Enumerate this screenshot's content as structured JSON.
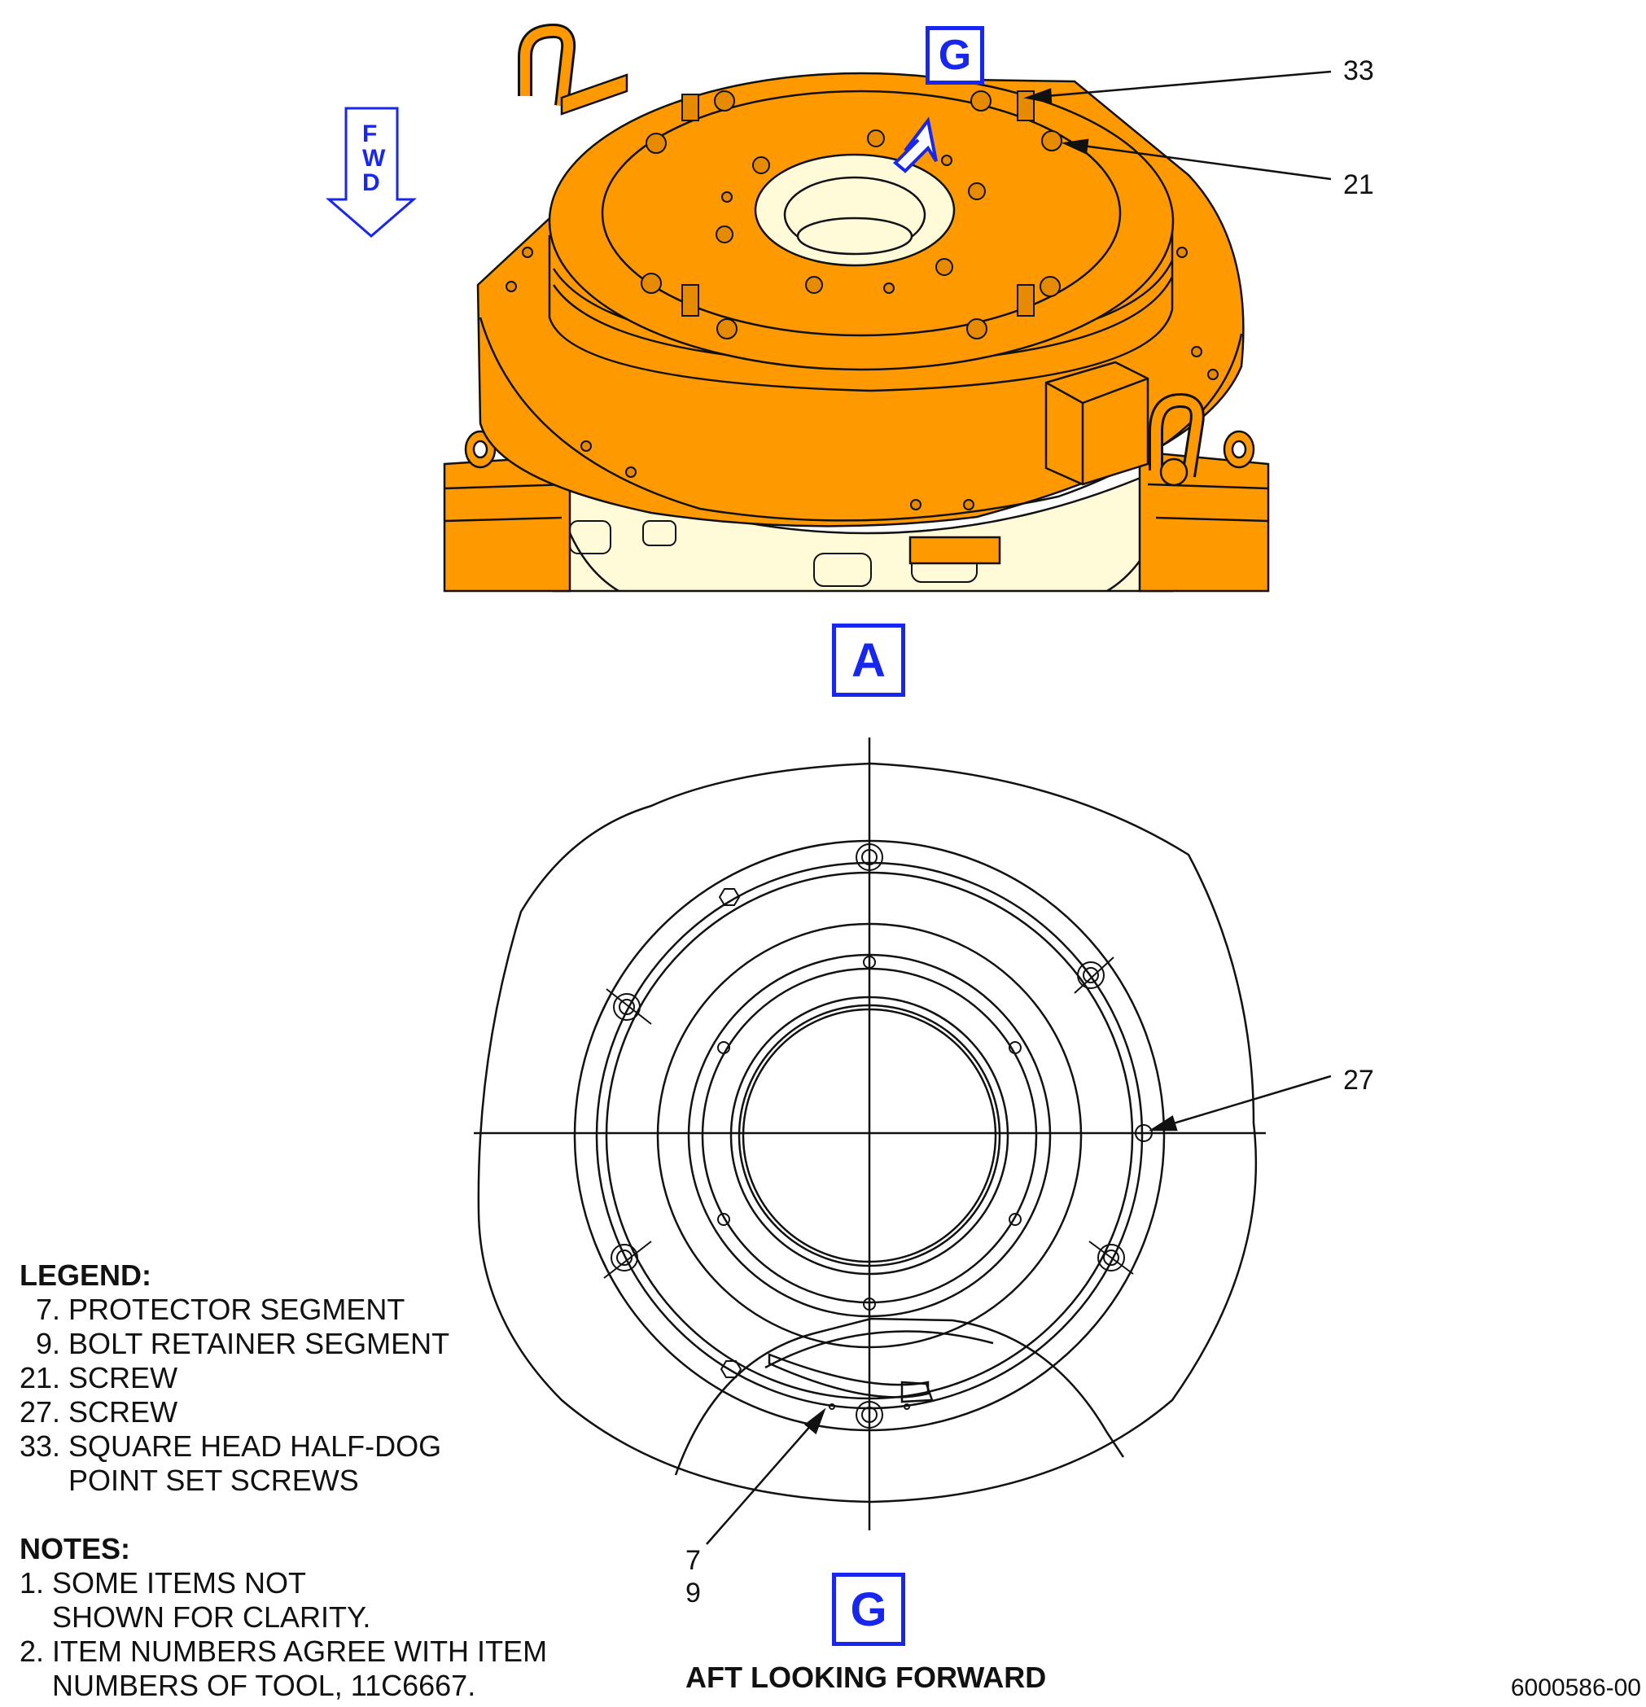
{
  "view_labels": {
    "top_view": "G",
    "section": "A",
    "bottom_view": "G"
  },
  "fwd_arrow": {
    "letters": [
      "F",
      "W",
      "D"
    ]
  },
  "callouts": {
    "c33": "33",
    "c21": "21",
    "c27": "27",
    "c7": "7",
    "c9": "9"
  },
  "legend": {
    "title": "LEGEND:",
    "items": [
      "  7. PROTECTOR SEGMENT",
      "  9. BOLT RETAINER SEGMENT",
      "21. SCREW",
      "27. SCREW",
      "33. SQUARE HEAD HALF-DOG",
      "      POINT SET SCREWS"
    ]
  },
  "notes": {
    "title": "NOTES:",
    "items": [
      "1. SOME ITEMS NOT",
      "    SHOWN FOR CLARITY.",
      "2. ITEM NUMBERS AGREE WITH ITEM",
      "    NUMBERS OF TOOL, 11C6667."
    ]
  },
  "view_title": "AFT LOOKING FORWARD",
  "document_number": "6000586-00",
  "colors": {
    "tool_orange": "#ff9900",
    "tool_orange_dark": "#e68a00",
    "engine_cream": "#fffbd9",
    "callout_blue": "#1726f0",
    "line": "#111111"
  }
}
